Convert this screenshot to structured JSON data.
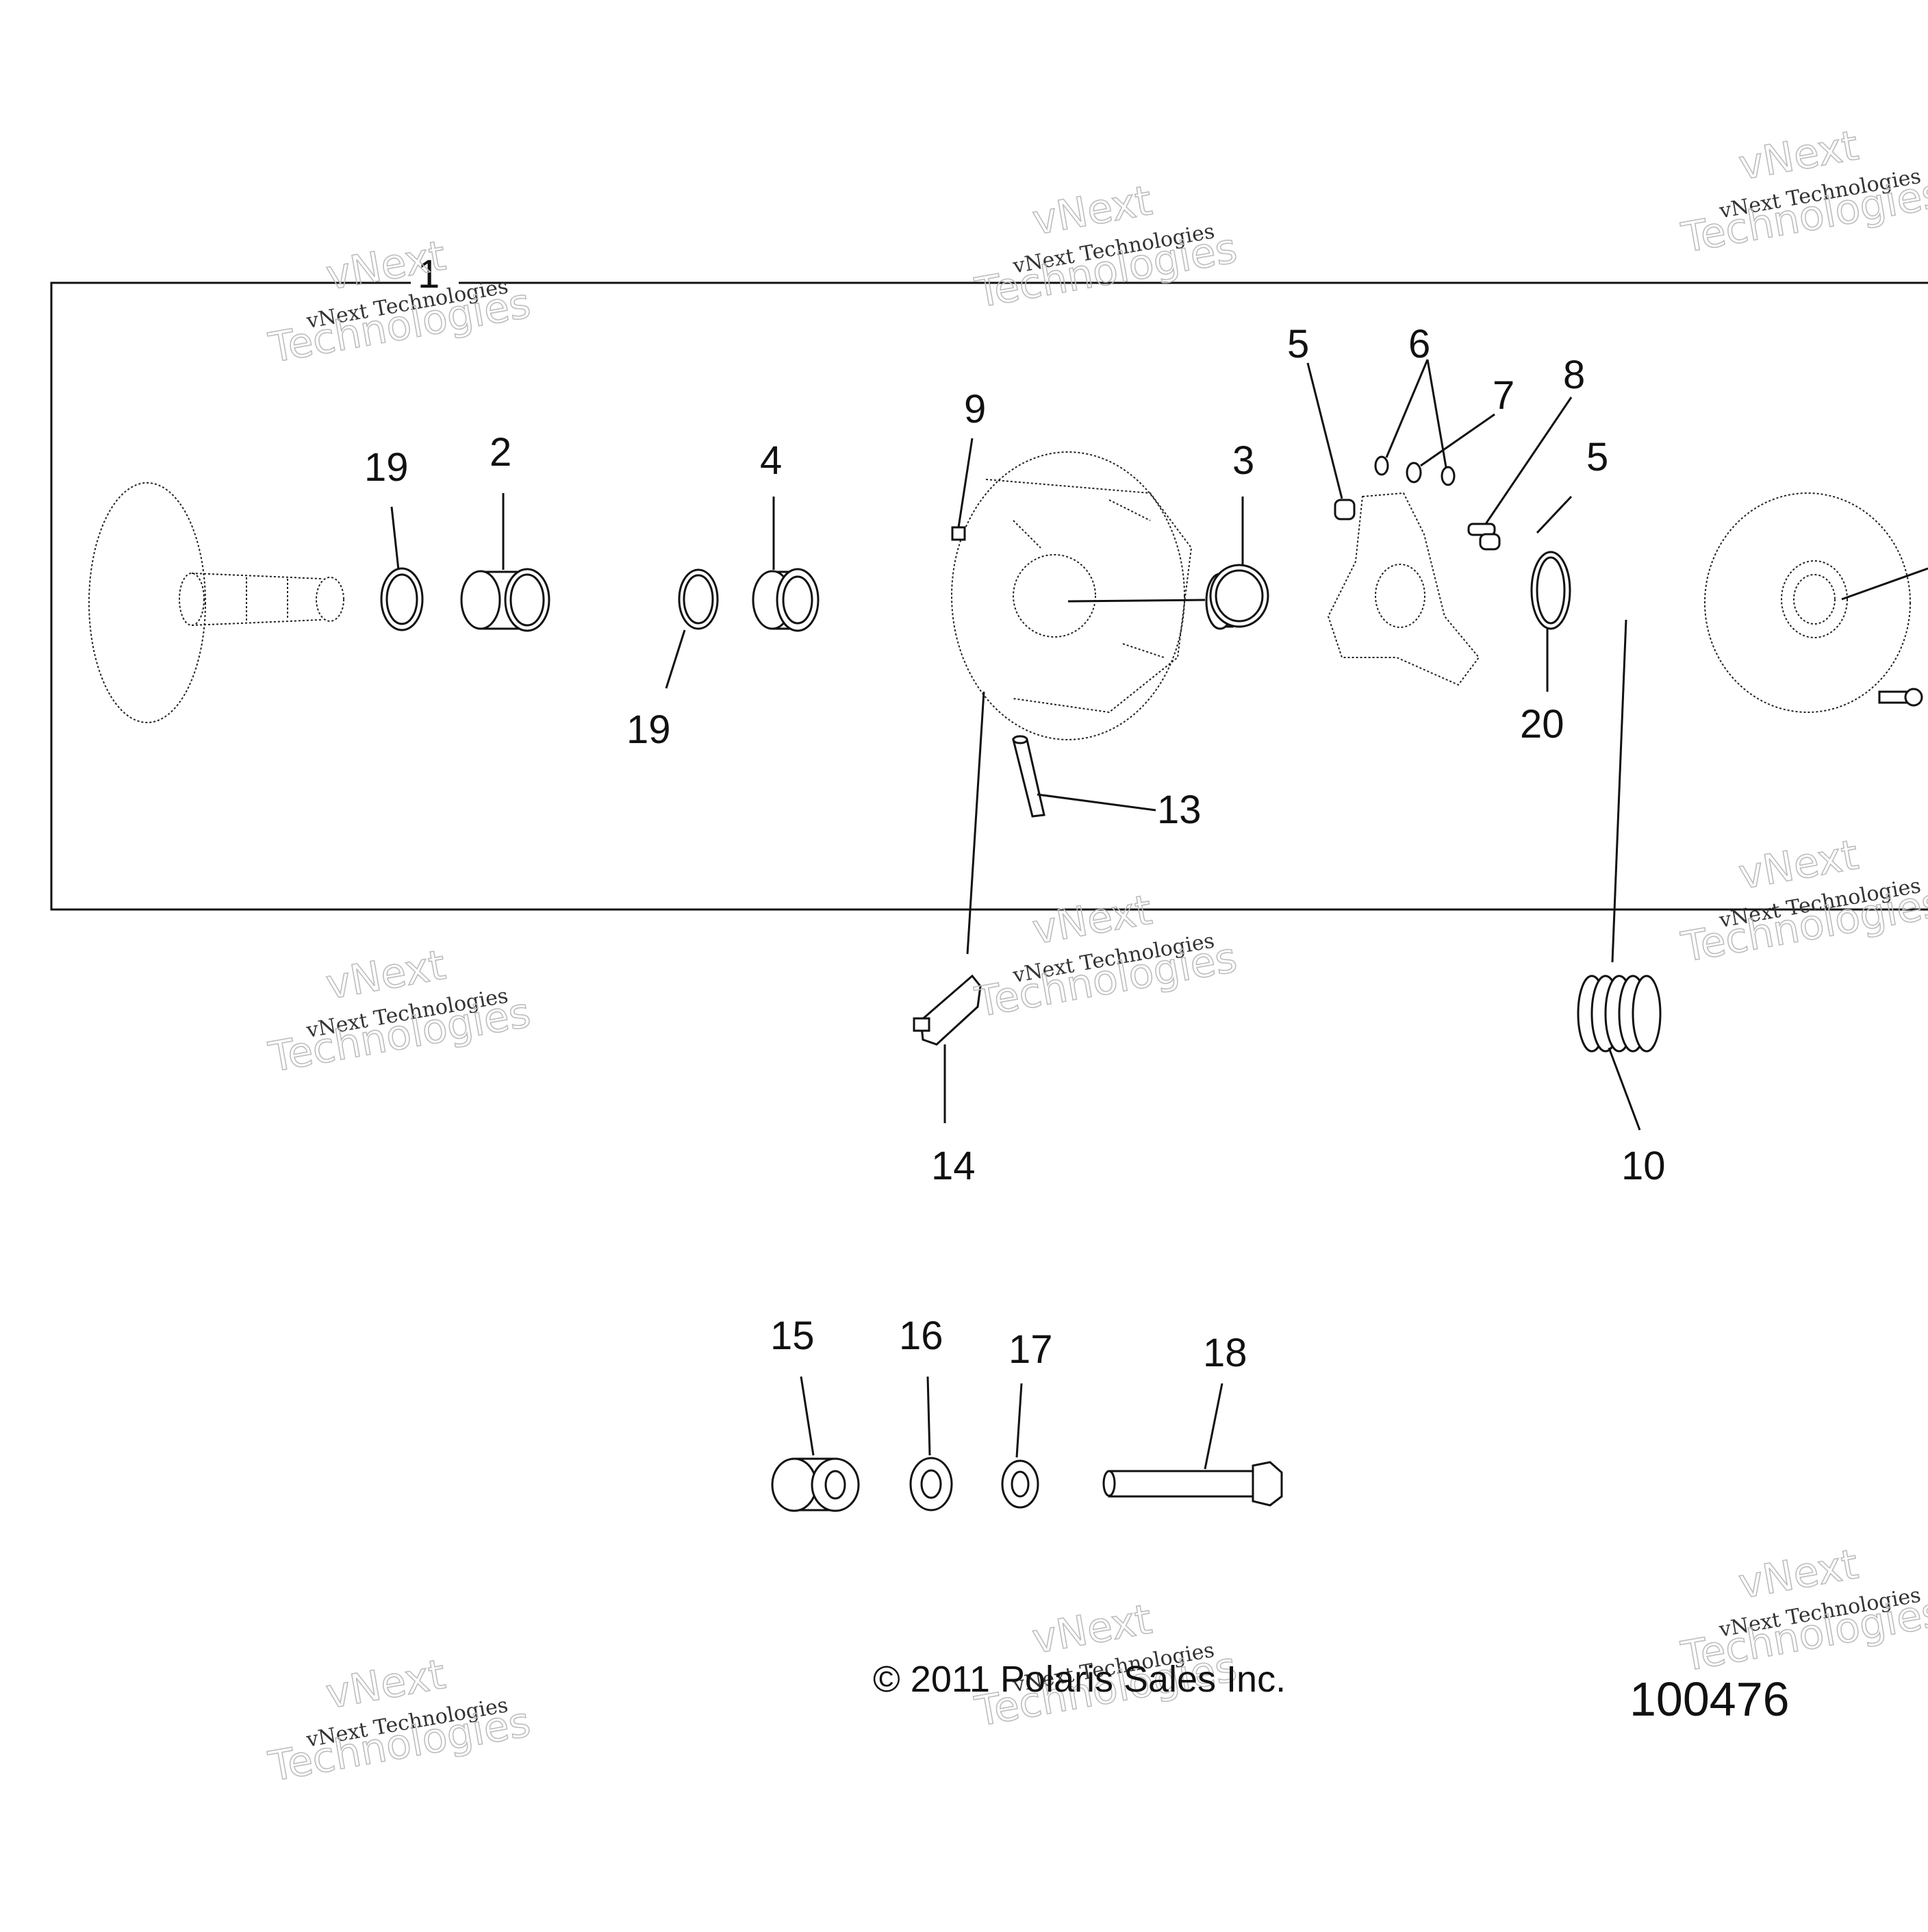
{
  "callouts": {
    "c1": "1",
    "c2": "2",
    "c3": "3",
    "c4": "4",
    "c5a": "5",
    "c5b": "5",
    "c6": "6",
    "c7": "7",
    "c8": "8",
    "c9": "9",
    "c10": "10",
    "c13": "13",
    "c14": "14",
    "c15": "15",
    "c16": "16",
    "c17": "17",
    "c18": "18",
    "c19a": "19",
    "c19b": "19",
    "c20": "20"
  },
  "watermark": {
    "brand": "vNext",
    "line1": "vNext Technologies",
    "line2": "Technologies"
  },
  "footer": {
    "copyright": "© 2011 Polaris Sales Inc.",
    "diagram_number": "100476"
  }
}
